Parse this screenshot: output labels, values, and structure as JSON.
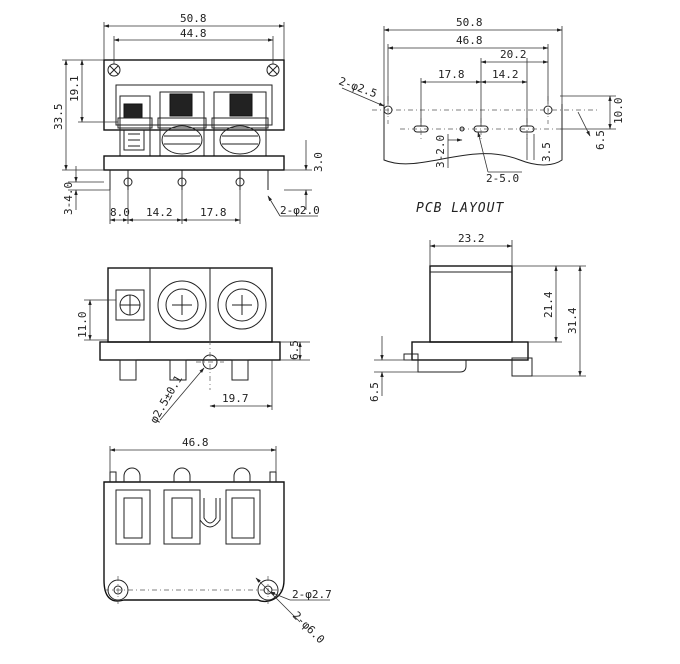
{
  "front_view": {
    "dim_overall_width": "50.8",
    "dim_inner_width": "44.8",
    "dim_height_total": "33.5",
    "dim_height_upper": "19.1",
    "dim_pin_len": "3.0",
    "dim_pin_offset": "3-4.0",
    "dim_pitch_left": "8.0",
    "dim_pitch_mid": "14.2",
    "dim_pitch_right": "17.8",
    "dim_pin_dia": "2-φ2.0"
  },
  "pcb_layout": {
    "title": "PCB LAYOUT",
    "dim_overall": "50.8",
    "dim_hole_span": "46.8",
    "dim_20_2": "20.2",
    "dim_17_8": "17.8",
    "dim_14_2": "14.2",
    "dim_hole_dia": "2-φ2.5",
    "dim_10_0": "10.0",
    "dim_6_5": "6.5",
    "dim_3_5": "3.5",
    "dim_slot": "3-2.0",
    "dim_slot_w": "2-5.0"
  },
  "top_view": {
    "dim_height": "11.0",
    "dim_6_5": "6.5",
    "dim_19_7": "19.7",
    "dim_hole": "φ2.5±0.1"
  },
  "side_view": {
    "dim_top_width": "23.2",
    "dim_21_4": "21.4",
    "dim_31_4": "31.4",
    "dim_6_5": "6.5"
  },
  "bottom_view": {
    "dim_width": "46.8",
    "dim_hole_inner": "2-φ2.7",
    "dim_hole_outer": "2-φ6.0"
  }
}
